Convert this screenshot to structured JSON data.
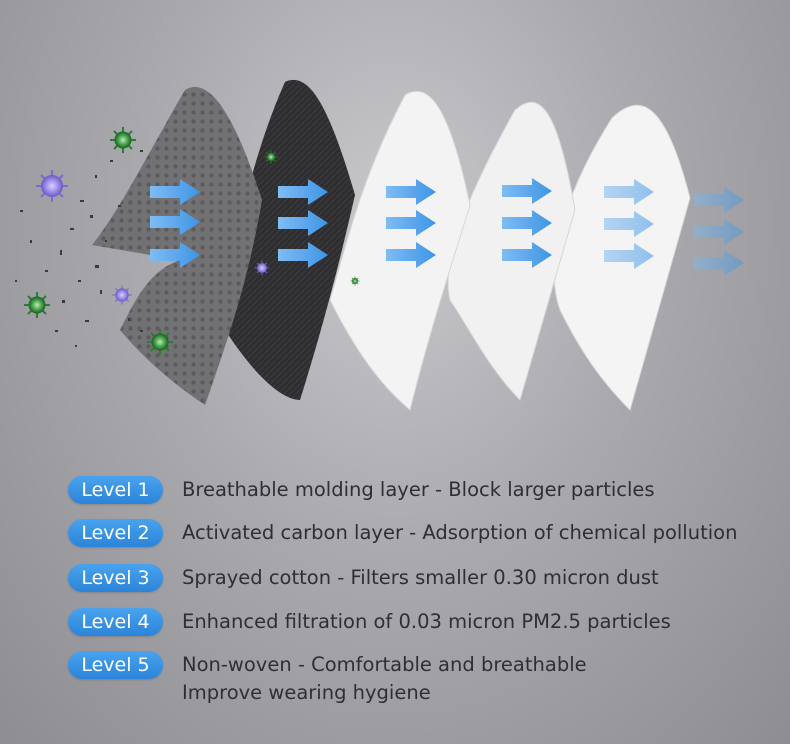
{
  "levels": [
    {
      "badge": "Level 1",
      "text": "Breathable molding layer - Block larger particles"
    },
    {
      "badge": "Level 2",
      "text": "Activated carbon layer - Adsorption of chemical pollution"
    },
    {
      "badge": "Level 3",
      "text": "Sprayed cotton - Filters smaller 0.30 micron dust"
    },
    {
      "badge": "Level 4",
      "text": "Enhanced filtration of 0.03 micron PM2.5 particles"
    },
    {
      "badge": "Level 5",
      "text": "Non-woven - Comfortable and breathable",
      "text2": "Improve wearing hygiene"
    }
  ],
  "colors": {
    "badge": "#2b84d8",
    "arrow": "#5aa9ef",
    "layer1": "#6e6e70",
    "layer2": "#2b2b2d",
    "layers3to5": "#f2f2f2",
    "virus_purple": "#8a78d8",
    "virus_green": "#2f8a3a"
  },
  "illustration": {
    "layers": [
      "layer-1-grey-fabric",
      "layer-2-carbon-fabric",
      "layer-3-white-fabric",
      "layer-4-white-fabric",
      "layer-5-white-fabric"
    ],
    "icons": [
      "virus-icon",
      "arrow-right-icon"
    ]
  }
}
